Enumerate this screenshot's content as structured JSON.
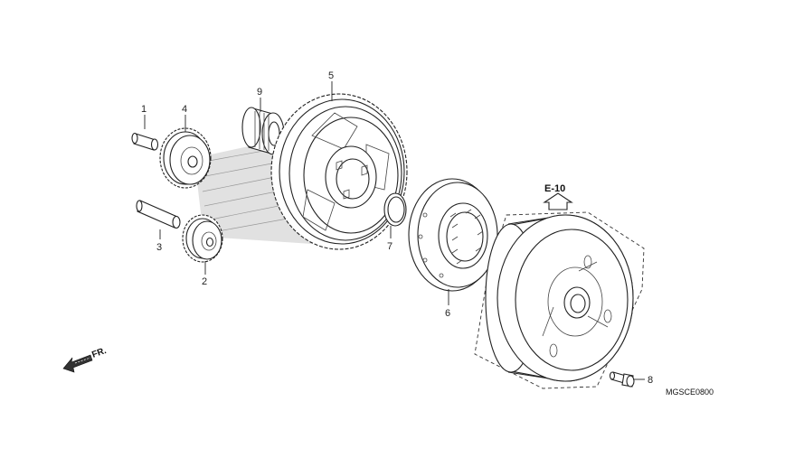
{
  "callouts": [
    {
      "id": "1",
      "label": "1"
    },
    {
      "id": "2",
      "label": "2"
    },
    {
      "id": "3",
      "label": "3"
    },
    {
      "id": "4",
      "label": "4"
    },
    {
      "id": "5",
      "label": "5"
    },
    {
      "id": "6",
      "label": "6"
    },
    {
      "id": "7",
      "label": "7"
    },
    {
      "id": "8",
      "label": "8"
    },
    {
      "id": "9",
      "label": "9"
    }
  ],
  "reference": {
    "label": "E-10"
  },
  "direction": {
    "label": "FR."
  },
  "drawing_code": "MGSCE0800"
}
